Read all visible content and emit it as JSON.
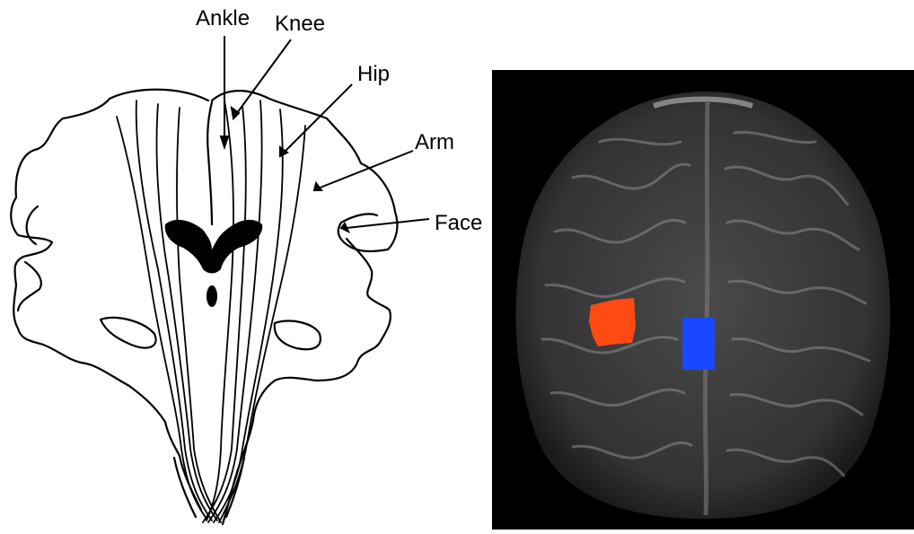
{
  "labels": {
    "ankle": "Ankle",
    "knee": "Knee",
    "hip": "Hip",
    "arm": "Arm",
    "face": "Face"
  },
  "colors": {
    "line": "#000000",
    "ventricle": "#000000",
    "activation_red": "#ff4a12",
    "activation_blue": "#1848ff",
    "mri_background": "#000000",
    "mri_tissue": "#3a3a3a"
  },
  "icons": {
    "left_panel": "coronal-brain-diagram",
    "right_panel": "axial-mri-slice"
  }
}
